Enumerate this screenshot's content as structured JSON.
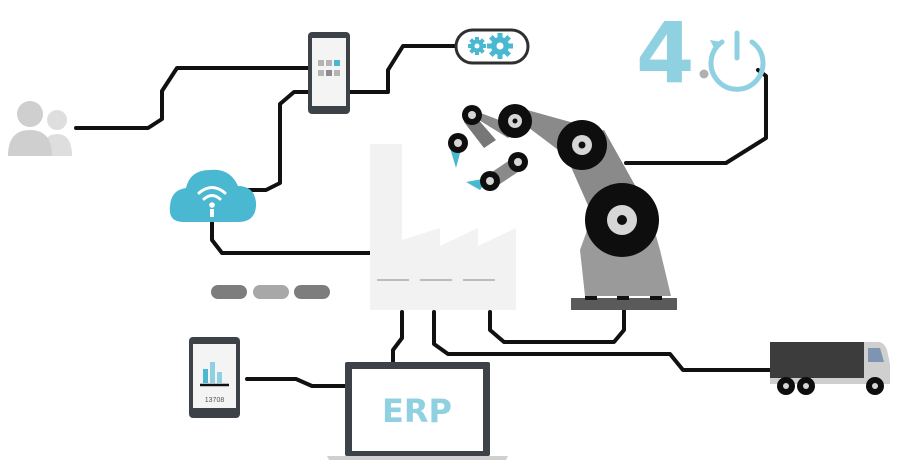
{
  "colors": {
    "wire": "#111111",
    "accent": "#4ab8d1",
    "gray_light": "#d9d9d9",
    "gray_mid": "#9a9a9a",
    "gray_dark": "#4a4a4a",
    "factory": "#f2f2f2",
    "device_frame": "#3c4248"
  },
  "icons": {
    "users": "users-icon",
    "phone": "smartphone-icon",
    "gears": "gears-icon",
    "cloud": "cloud-wifi-icon",
    "factory": "factory-icon",
    "robot": "robot-arm-icon",
    "tablet": "tablet-chart-icon",
    "laptop": "laptop-icon",
    "truck": "truck-icon",
    "industry": "industry-4-power-icon"
  },
  "labels": {
    "erp": "ERP",
    "tablet_value": "13708",
    "industry_number": "4"
  }
}
